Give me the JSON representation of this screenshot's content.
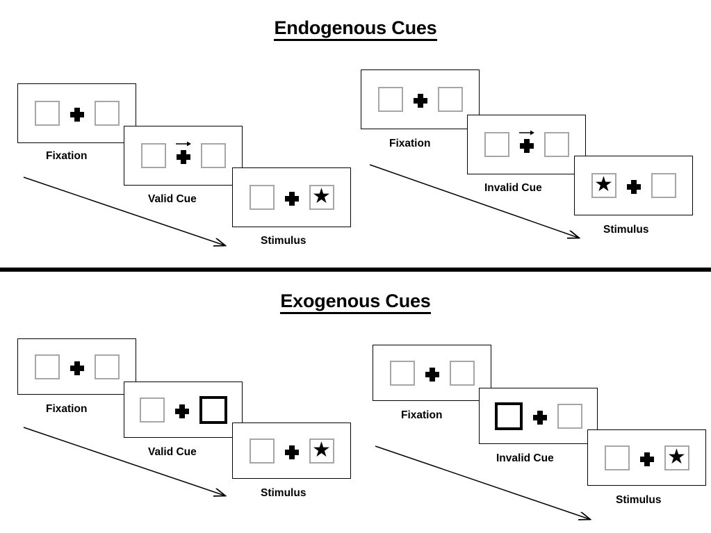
{
  "figure": {
    "title_top": "Endogenous Cues",
    "title_bottom": "Exogenous Cues"
  },
  "sections": [
    {
      "id": "endogenous",
      "title": "Endogenous Cues",
      "groups": [
        {
          "id": "endogenous-valid",
          "panels": [
            {
              "caption": "Fixation",
              "left_box": "empty",
              "right_box": "empty",
              "cue": "none"
            },
            {
              "caption": "Valid Cue",
              "left_box": "empty",
              "right_box": "empty",
              "cue": "arrow-right"
            },
            {
              "caption": "Stimulus",
              "left_box": "empty",
              "right_box": "star",
              "cue": "none"
            }
          ]
        },
        {
          "id": "endogenous-invalid",
          "panels": [
            {
              "caption": "Fixation",
              "left_box": "empty",
              "right_box": "empty",
              "cue": "none"
            },
            {
              "caption": "Invalid Cue",
              "left_box": "empty",
              "right_box": "empty",
              "cue": "arrow-right"
            },
            {
              "caption": "Stimulus",
              "left_box": "star",
              "right_box": "empty",
              "cue": "none"
            }
          ]
        }
      ]
    },
    {
      "id": "exogenous",
      "title": "Exogenous Cues",
      "groups": [
        {
          "id": "exogenous-valid",
          "panels": [
            {
              "caption": "Fixation",
              "left_box": "empty",
              "right_box": "empty",
              "cue": "none"
            },
            {
              "caption": "Valid Cue",
              "left_box": "empty",
              "right_box": "cued",
              "cue": "none"
            },
            {
              "caption": "Stimulus",
              "left_box": "empty",
              "right_box": "star",
              "cue": "none"
            }
          ]
        },
        {
          "id": "exogenous-invalid",
          "panels": [
            {
              "caption": "Fixation",
              "left_box": "empty",
              "right_box": "empty",
              "cue": "none"
            },
            {
              "caption": "Invalid Cue",
              "left_box": "cued",
              "right_box": "empty",
              "cue": "none"
            },
            {
              "caption": "Stimulus",
              "left_box": "empty",
              "right_box": "star",
              "cue": "none"
            }
          ]
        }
      ]
    }
  ],
  "captions": {
    "fixation": "Fixation",
    "valid_cue": "Valid Cue",
    "invalid_cue": "Invalid Cue",
    "stimulus": "Stimulus"
  },
  "icons": {
    "fixation_cross": "plus-icon",
    "target": "star-icon",
    "endogenous_cue": "arrow-right-icon",
    "exogenous_cue": "thick-box-highlight-icon",
    "time_flow": "diagonal-arrow-icon"
  },
  "colors": {
    "ink": "#000000",
    "box_outline": "#a6a6a6",
    "panel_outline": "#000000",
    "background": "#ffffff"
  }
}
